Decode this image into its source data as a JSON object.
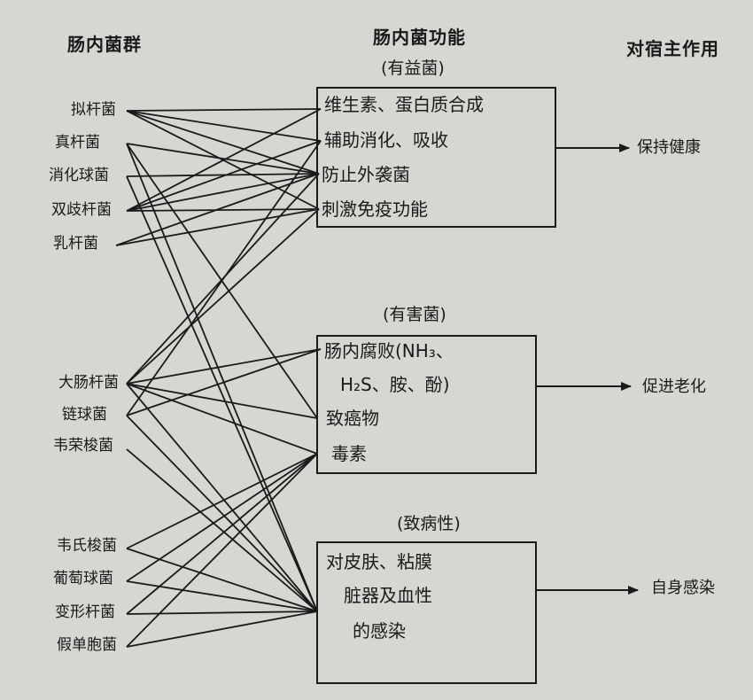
{
  "headers": {
    "bacteria_group": "肠内菌群",
    "function": "肠内菌功能",
    "host_effect": "对宿主作用"
  },
  "groups": [
    {
      "category": "(有益菌)",
      "bacteria": [
        "拟杆菌",
        "真杆菌",
        "消化球菌",
        "双歧杆菌",
        "乳杆菌"
      ],
      "functions": [
        "维生素、蛋白质合成",
        "辅助消化、吸收",
        "防止外袭菌",
        "刺激免疫功能"
      ],
      "effect": "保持健康"
    },
    {
      "category": "(有害菌)",
      "bacteria": [
        "大肠杆菌",
        "链球菌",
        "韦荣梭菌"
      ],
      "functions": [
        "肠内腐败(NH₃、",
        "H₂S、胺、酚)",
        "致癌物",
        "毒素"
      ],
      "effect": "促进老化"
    },
    {
      "category": "(致病性)",
      "bacteria": [
        "韦氏梭菌",
        "葡萄球菌",
        "变形杆菌",
        "假单胞菌"
      ],
      "functions": [
        "对皮肤、粘膜",
        "脏器及血性",
        "的感染"
      ],
      "effect": "自身感染"
    }
  ],
  "links": [
    [
      "拟杆菌",
      "维生素、蛋白质合成"
    ],
    [
      "拟杆菌",
      "辅助消化、吸收"
    ],
    [
      "拟杆菌",
      "防止外袭菌"
    ],
    [
      "拟杆菌",
      "刺激免疫功能"
    ],
    [
      "真杆菌",
      "防止外袭菌"
    ],
    [
      "真杆菌",
      "致癌物"
    ],
    [
      "真杆菌",
      "对皮肤、粘膜"
    ],
    [
      "消化球菌",
      "防止外袭菌"
    ],
    [
      "消化球菌",
      "对皮肤、粘膜"
    ],
    [
      "双歧杆菌",
      "维生素、蛋白质合成"
    ],
    [
      "双歧杆菌",
      "辅助消化、吸收"
    ],
    [
      "双歧杆菌",
      "防止外袭菌"
    ],
    [
      "双歧杆菌",
      "刺激免疫功能"
    ],
    [
      "乳杆菌",
      "防止外袭菌"
    ],
    [
      "乳杆菌",
      "刺激免疫功能"
    ],
    [
      "大肠杆菌",
      "防止外袭菌"
    ],
    [
      "大肠杆菌",
      "刺激免疫功能"
    ],
    [
      "大肠杆菌",
      "肠内腐败(NH₃、"
    ],
    [
      "大肠杆菌",
      "致癌物"
    ],
    [
      "大肠杆菌",
      "毒素"
    ],
    [
      "大肠杆菌",
      "对皮肤、粘膜"
    ],
    [
      "链球菌",
      "辅助消化、吸收"
    ],
    [
      "链球菌",
      "肠内腐败(NH₃、"
    ],
    [
      "链球菌",
      "对皮肤、粘膜"
    ],
    [
      "韦荣梭菌",
      "对皮肤、粘膜"
    ],
    [
      "韦氏梭菌",
      "毒素"
    ],
    [
      "韦氏梭菌",
      "对皮肤、粘膜"
    ],
    [
      "葡萄球菌",
      "毒素"
    ],
    [
      "葡萄球菌",
      "对皮肤、粘膜"
    ],
    [
      "变形杆菌",
      "毒素"
    ],
    [
      "变形杆菌",
      "对皮肤、粘膜"
    ],
    [
      "假单胞菌",
      "毒素"
    ],
    [
      "假单胞菌",
      "对皮肤、粘膜"
    ]
  ]
}
